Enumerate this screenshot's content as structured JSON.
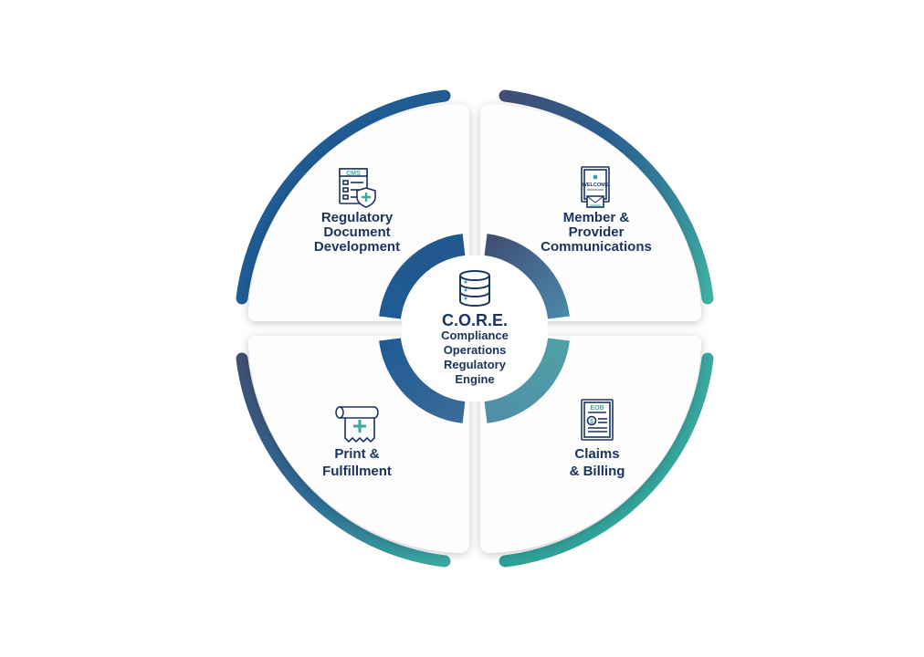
{
  "center": {
    "title": "C.O.R.E.",
    "lines": [
      "Compliance",
      "Operations",
      "Regulatory",
      "Engine"
    ],
    "icon": "database-icon"
  },
  "quadrants": [
    {
      "position": "top-left",
      "lines": [
        "Regulatory",
        "Document",
        "Development"
      ],
      "icon": "cms-document-shield-icon",
      "icon_text": "CMS"
    },
    {
      "position": "top-right",
      "lines": [
        "Member &",
        "Provider",
        "Communications"
      ],
      "icon": "welcome-letter-icon",
      "icon_text": "WELCOME"
    },
    {
      "position": "bottom-left",
      "lines": [
        "Print &",
        "Fulfillment"
      ],
      "icon": "printer-paper-roll-icon",
      "icon_text": ""
    },
    {
      "position": "bottom-right",
      "lines": [
        "Claims",
        "& Billing"
      ],
      "icon": "eob-document-icon",
      "icon_text": "EOB"
    }
  ],
  "colors": {
    "navy_text": "#1b3560",
    "blue": "#1f5c93",
    "teal": "#3aa8a0",
    "slate": "#3f4f75",
    "card": "#fdfdfd"
  }
}
